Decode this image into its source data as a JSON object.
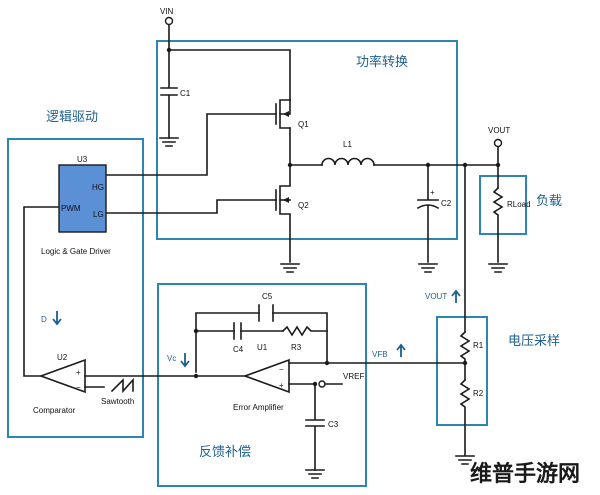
{
  "sections": {
    "power_conversion": "功率转换",
    "logic_drive": "逻辑驱动",
    "load": "负载",
    "voltage_sampling": "电压采样",
    "feedback_compensation": "反馈补偿"
  },
  "nets": {
    "vin": "VIN",
    "vout": "VOUT",
    "vout_sense": "VOUT",
    "vfb": "VFB",
    "vref": "VREF",
    "vc": "Vc",
    "d": "D"
  },
  "components": {
    "c1": "C1",
    "q1": "Q1",
    "q2": "Q2",
    "l1": "L1",
    "c2": "C2",
    "c2_polarity": "+",
    "rload": "RLoad",
    "r1": "R1",
    "r2": "R2",
    "c3": "C3",
    "c4": "C4",
    "c5": "C5",
    "r3": "R3",
    "u1": "U1",
    "u1_name": "Error Amplifier",
    "u2": "U2",
    "u2_name": "Comparator",
    "u3": "U3",
    "u3_name": "Logic & Gate Driver",
    "u3_pin_pwm": "PWM",
    "u3_pin_hg": "HG",
    "u3_pin_lg": "LG",
    "sawtooth": "Sawtooth",
    "minus": "−",
    "plus": "+"
  },
  "watermark": "维普手游网",
  "colors": {
    "box": "#2e86b0",
    "label_blue": "#1f5f8b",
    "driver_fill": "#5b8fd6",
    "wire": "#1a1a1a"
  }
}
